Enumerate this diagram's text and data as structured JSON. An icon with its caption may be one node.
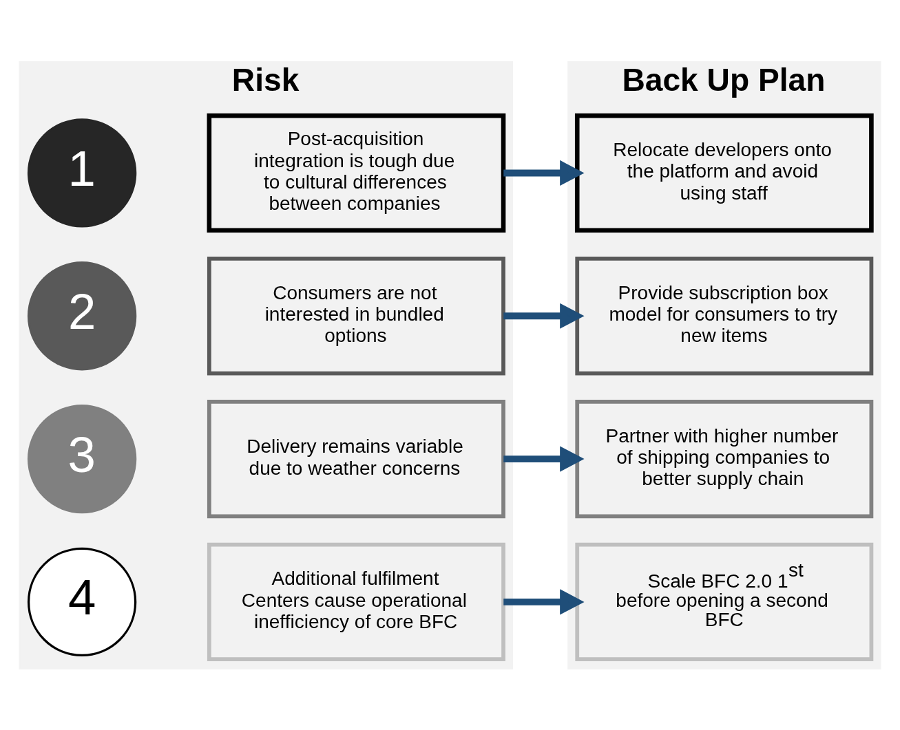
{
  "diagram": {
    "nodes": [
      {
        "text": [
          "Risk"
        ]
      },
      {
        "text": [
          "1"
        ],
        "in": 0
      },
      {
        "text": [
          "Post-acquisition integration is tough due to cultural differences between companies"
        ],
        "in": 0
      },
      {
        "text": [
          "2"
        ],
        "in": 0
      },
      {
        "text": [
          "Consumers are not interested in bundled options"
        ],
        "in": 0
      },
      {
        "text": [
          "3"
        ],
        "in": 0
      },
      {
        "text": [
          "Delivery remains variable due to weather concerns"
        ],
        "in": 0
      },
      {
        "text": [
          "4"
        ],
        "in": 0
      },
      {
        "text": [
          "Additional fulfilment Centers cause operational inefficiency of core BFC"
        ],
        "in": 0
      },
      {
        "text": [
          "Back Up Plan"
        ]
      },
      {
        "text": [
          "Relocate developers onto the platform and avoid using staff"
        ],
        "in": 9
      },
      {
        "text": [
          "Provide subscription box model for consumers to try new items"
        ],
        "in": 9
      },
      {
        "text": [
          "Partner with higher number of shipping companies to better supply chain"
        ],
        "in": 9
      },
      {
        "text": [
          "Scale BFC 2.0 1$^{st}$ before opening a second BFC"
        ],
        "in": 9
      }
    ],
    "edges": [
      {
        "from": 2,
        "to": 10,
        "arrow": "to"
      },
      {
        "from": 4,
        "to": 11,
        "arrow": "to"
      },
      {
        "from": 6,
        "to": 12,
        "arrow": "to"
      },
      {
        "from": 8,
        "to": 13,
        "arrow": "to"
      }
    ]
  }
}
